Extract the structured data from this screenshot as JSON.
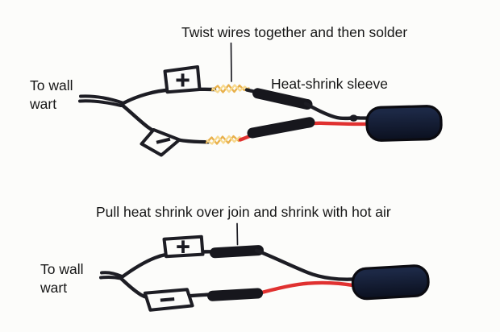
{
  "colors": {
    "background": "#fcfcfa",
    "wire_black": "#1d1d24",
    "sleeve_black": "#17171d",
    "wire_red": "#e03130",
    "solder_gold": "#e8b04b",
    "solder_cream": "#f7d98e",
    "barrel_top": "#1c2845",
    "barrel_bottom": "#0b101f",
    "label_text": "#161616"
  },
  "top_diagram": {
    "annotation": "Twist wires together and then solder",
    "sleeve_label": "Heat-shrink sleeve",
    "wall_wart_line1": "To wall",
    "wall_wart_line2": "wart",
    "positive_symbol": "+",
    "negative_symbol": "−"
  },
  "bottom_diagram": {
    "annotation": "Pull heat shrink over join and shrink with hot air",
    "wall_wart_line1": "To wall",
    "wall_wart_line2": "wart",
    "positive_symbol": "+",
    "negative_symbol": "−"
  }
}
